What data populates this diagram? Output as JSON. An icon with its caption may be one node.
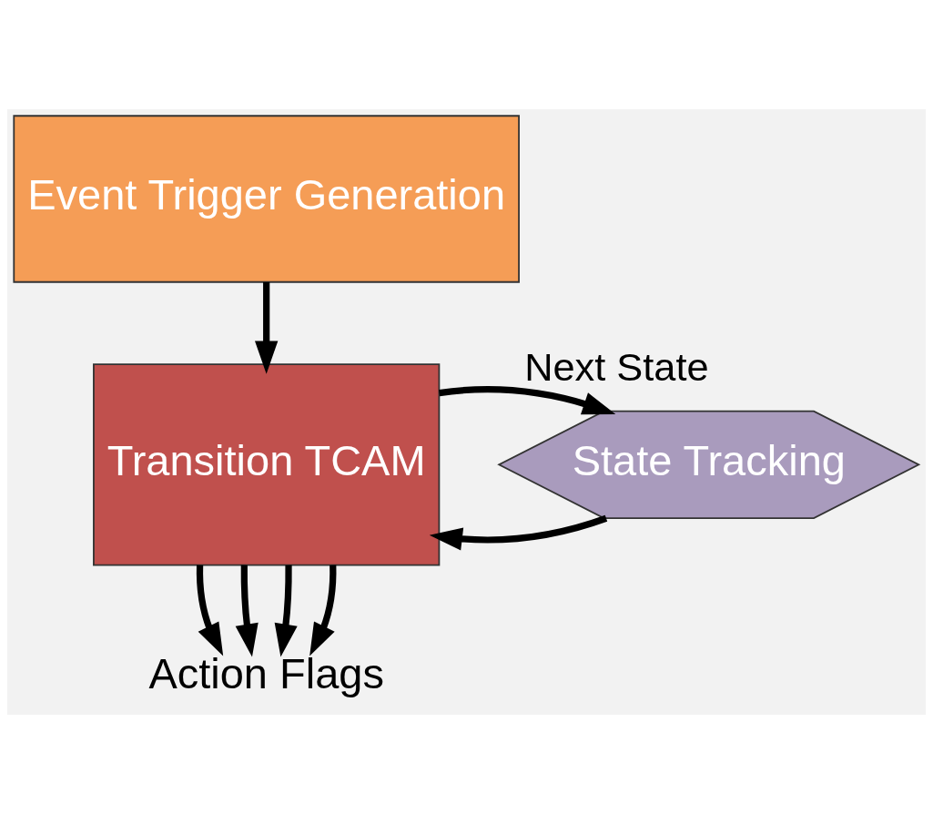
{
  "diagram": {
    "nodes": [
      {
        "text": [
          "Event Trigger Generation"
        ]
      },
      {
        "text": [
          "Transition TCAM"
        ]
      },
      {
        "text": [
          "State Tracking"
        ]
      },
      {
        "text": [
          "Action Flags"
        ]
      }
    ],
    "edges": [
      {
        "from": 0,
        "to": 1,
        "arrow": "to"
      },
      {
        "from": 2,
        "to": 1,
        "arrow": "to"
      },
      {
        "from": 1,
        "to": 2,
        "arrow": "to",
        "label": "Next State"
      },
      {
        "from": 1,
        "to": 3,
        "arrow": "to"
      },
      {
        "from": 1,
        "to": 3,
        "arrow": "to"
      },
      {
        "from": 1,
        "to": 3,
        "arrow": "to"
      },
      {
        "from": 1,
        "to": 3,
        "arrow": "to"
      }
    ]
  }
}
